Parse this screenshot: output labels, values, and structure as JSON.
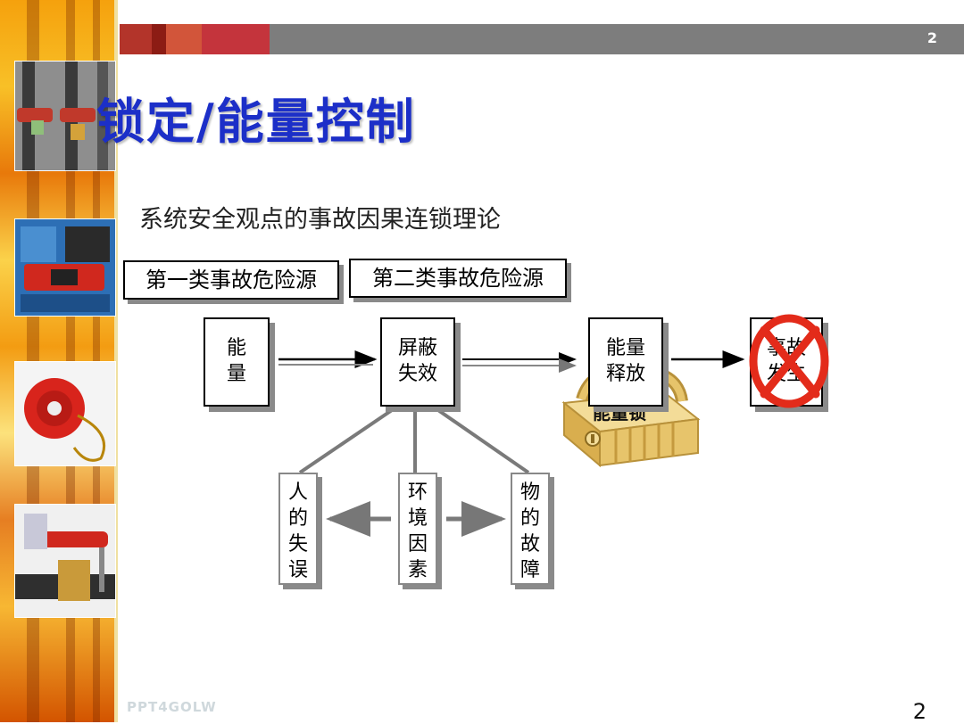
{
  "slide": {
    "page_number": "2",
    "title": "锁定/能量控制",
    "subtitle": "系统安全观点的事故因果连锁理论",
    "brand": "PPT4GOLW"
  },
  "hazards": {
    "first": "第一类事故危险源",
    "second": "第二类事故危险源"
  },
  "flow": {
    "energy": [
      "能",
      "量"
    ],
    "barrier_failure": [
      "屏蔽",
      "失效"
    ],
    "energy_release": [
      "能量",
      "释放"
    ],
    "accident": [
      "事故",
      "发生"
    ]
  },
  "causes": {
    "human_error": [
      "人",
      "的",
      "失",
      "误"
    ],
    "environment": [
      "环",
      "境",
      "因",
      "素"
    ],
    "object_fault": [
      "物",
      "的",
      "故",
      "障"
    ]
  },
  "lock": {
    "label": "能量锁"
  },
  "colors": {
    "title": "#1c2fc8",
    "topbar": "#7d7d7d",
    "stop_mark": "#e32b1a",
    "lock_body": "#e7c46b"
  }
}
